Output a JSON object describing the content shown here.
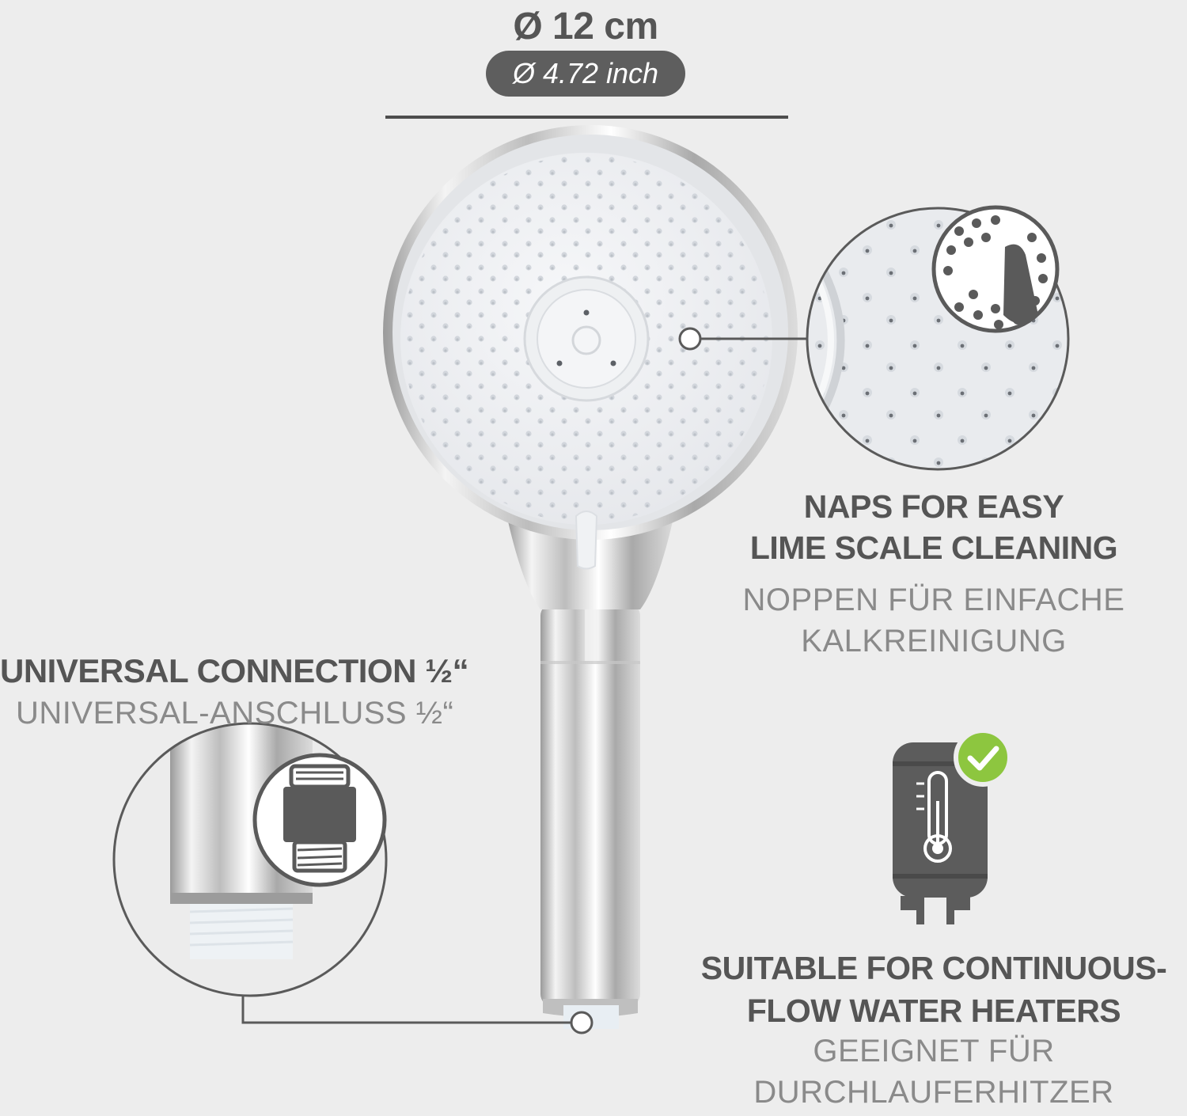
{
  "dimension": {
    "metric": "Ø 12 cm",
    "imperial": "Ø 4.72 inch"
  },
  "features": {
    "naps": {
      "title_lines": [
        "NAPS FOR EASY",
        "LIME SCALE CLEANING"
      ],
      "subtitle_lines": [
        "NOPPEN FÜR EINFACHE",
        "KALKREINIGUNG"
      ]
    },
    "connection": {
      "title": "UNIVERSAL CONNECTION ½“",
      "subtitle": "UNIVERSAL-ANSCHLUSS ½“"
    },
    "heater": {
      "title_lines": [
        "SUITABLE FOR CONTINUOUS-",
        "FLOW WATER HEATERS"
      ],
      "subtitle_lines": [
        "GEEIGNET FÜR",
        "DURCHLAUFERHITZER"
      ]
    }
  },
  "icons": {
    "shower_head": "hand-shower-illustration",
    "nozzle_zoom": "nozzle-detail-icon",
    "finger_rub": "finger-rub-icon",
    "thread_zoom": "thread-connector-icon",
    "water_heater": "water-heater-icon",
    "thermometer": "thermometer-icon",
    "check": "check-badge-icon"
  },
  "colors": {
    "background": "#ededed",
    "text_dark": "#555555",
    "text_light": "#8a8a8a",
    "pill": "#5e5e5e",
    "check": "#8dc63f"
  }
}
